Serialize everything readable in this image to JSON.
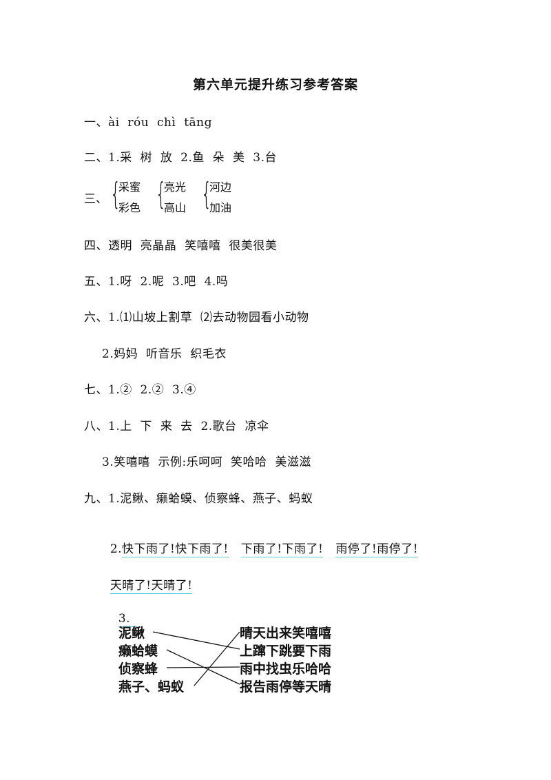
{
  "title": "第六单元提升练习参考答案",
  "q1": "一、ài  róu  chì  tāng",
  "q2": "二、1.采  树  放  2.鱼  朵  美  3.台",
  "q3": {
    "label": "三、",
    "pairs": [
      {
        "a": "采蜜",
        "b": "彩色"
      },
      {
        "a": "亮光",
        "b": "高山"
      },
      {
        "a": "河边",
        "b": "加油"
      }
    ]
  },
  "q4": "四、透明  亮晶晶  笑嘻嘻  很美很美",
  "q5": "五、1.呀  2.呢  3.吧  4.吗",
  "q6": {
    "line1": "六、1.⑴山坡上割草  ⑵去动物园看小动物",
    "line2": "2.妈妈  听音乐  织毛衣"
  },
  "q7": "七、1.②  2.②  3.④",
  "q8": {
    "line1": "八、1.上  下  来  去  2.歌台  凉伞",
    "line2": "3.笑嘻嘻  示例:乐呵呵  笑哈哈  美滋滋"
  },
  "q9": {
    "line1": "九、1.泥鳅、癞蛤蟆、侦察蜂、燕子、蚂蚁",
    "line2_prefix": "2.",
    "line2_parts": [
      "快下雨了!快下雨了!",
      "下雨了!下雨了!",
      "雨停了!雨停了!"
    ],
    "line3": "天晴了!天晴了!",
    "sub3_label": "3.",
    "matching": {
      "left": [
        "泥鳅",
        "癞蛤蟆",
        "侦察蜂",
        "燕子、蚂蚁"
      ],
      "right": [
        "晴天出来笑嘻嘻",
        "上蹿下跳要下雨",
        "雨中找虫乐哈哈",
        "报告雨停等天晴"
      ]
    }
  }
}
